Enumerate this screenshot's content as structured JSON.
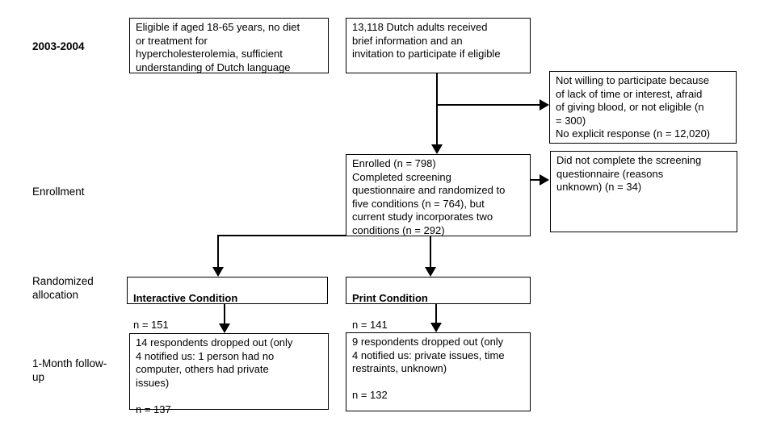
{
  "colors": {
    "line": "#000000",
    "background": "#ffffff",
    "text": "#000000"
  },
  "labels": {
    "period": "2003-2004",
    "enrollment": "Enrollment",
    "randomized": "Randomized\nallocation",
    "followup": "1-Month follow-\nup"
  },
  "boxes": {
    "eligibility": "Eligible if aged 18-65 years, no diet\nor treatment for\nhypercholesterolemia, sufficient\nunderstanding of Dutch language",
    "invitation": "13,118 Dutch adults received\nbrief information and an\ninvitation to participate if eligible",
    "not_willing": "Not willing to participate because\nof lack of time or interest, afraid\nof giving blood, or not eligible (n\n= 300)\nNo explicit response (n = 12,020)",
    "enrolled": "Enrolled (n = 798)\nCompleted screening\nquestionnaire and randomized to\nfive conditions (n = 764), but\ncurrent study incorporates two\nconditions (n = 292)",
    "not_completed": "Did not complete the screening\nquestionnaire (reasons\nunknown) (n = 34)",
    "interactive": {
      "title": "Interactive Condition",
      "n": "n = 151"
    },
    "print": {
      "title": "Print Condition",
      "n": "n = 141"
    },
    "interactive_dropout": "14 respondents dropped out (only\n4 notified us: 1 person had no\ncomputer, others had private\nissues)\n\nn = 137",
    "print_dropout": "9 respondents dropped out (only\n4 notified us: private issues, time\nrestraints, unknown)\n\nn = 132"
  }
}
